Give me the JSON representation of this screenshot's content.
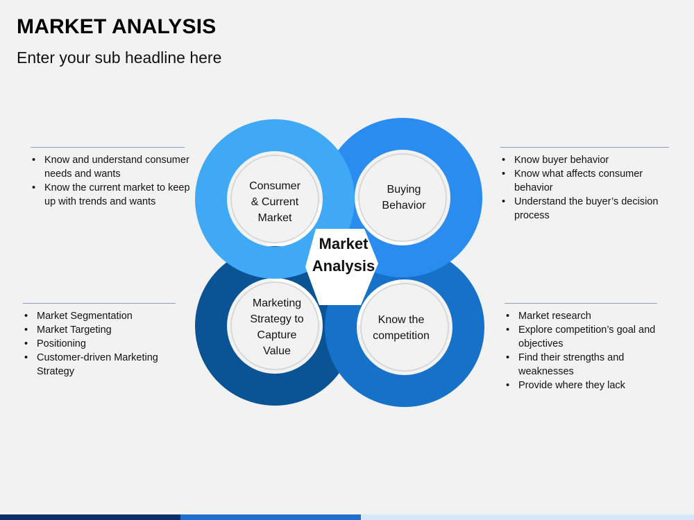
{
  "slide": {
    "title": "MARKET ANALYSIS",
    "subtitle": "Enter your sub headline here"
  },
  "diagram": {
    "center_label": [
      "Market",
      "Analysis"
    ],
    "quadrants": [
      {
        "id": "top-left",
        "color": "#3fa9f5",
        "label": [
          "Consumer",
          "& Current",
          "Market"
        ],
        "bullets": [
          "Know and understand consumer needs and wants",
          "Know the current market to keep up with trends and wants"
        ]
      },
      {
        "id": "top-right",
        "color": "#2b8cf0",
        "label": [
          "Buying",
          "Behavior"
        ],
        "bullets": [
          "Know buyer behavior",
          "Know what affects consumer behavior",
          "Understand the buyer’s decision process"
        ]
      },
      {
        "id": "bottom-left",
        "color": "#0a5394",
        "label": [
          "Marketing",
          "Strategy to",
          "Capture",
          "Value"
        ],
        "bullets": [
          "Market Segmentation",
          "Market Targeting",
          "Positioning",
          "Customer-driven Marketing Strategy"
        ]
      },
      {
        "id": "bottom-right",
        "color": "#1572c8",
        "label": [
          "Know the",
          "competition"
        ],
        "bullets": [
          "Market research",
          "Explore competition’s goal and objectives",
          "Find their strengths and weaknesses",
          "Provide where they lack"
        ]
      }
    ],
    "colors": {
      "center": "#ffffff",
      "inner_circle": "#f2f2f2",
      "inner_ring": "#d8d8d8",
      "rule": "#8e9bc0"
    }
  }
}
